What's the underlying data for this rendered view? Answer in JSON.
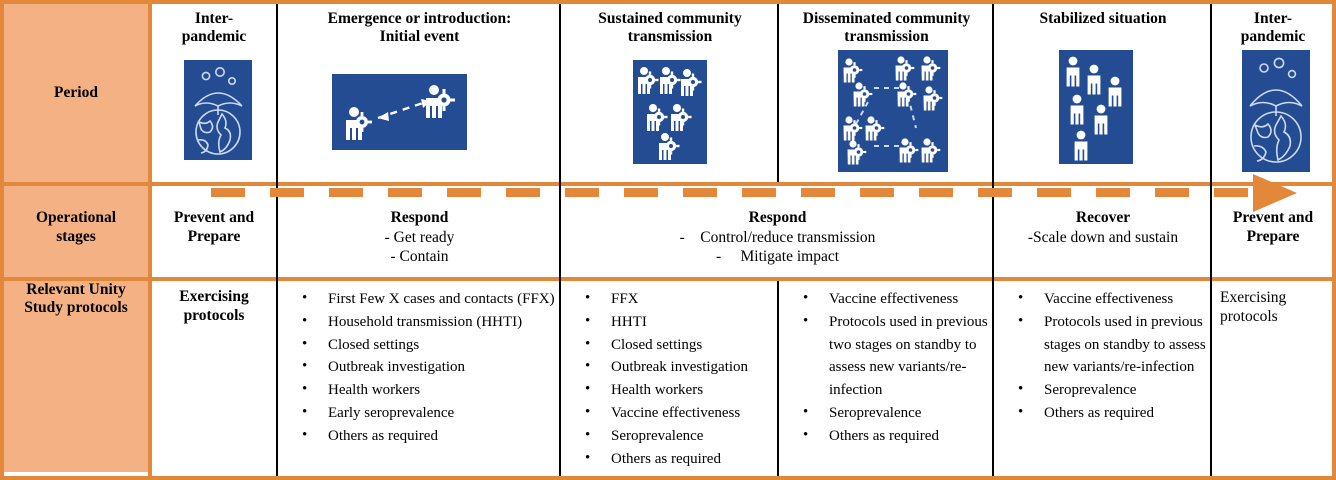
{
  "colors": {
    "header_fill": "#F4B183",
    "accent_orange": "#E3873B",
    "icon_blue": "#234C92",
    "text": "#000000"
  },
  "rows": {
    "period": {
      "label": "Period"
    },
    "operational": {
      "label": "Operational\nstages"
    },
    "protocols": {
      "label": "Relevant Unity\nStudy protocols"
    }
  },
  "columns": [
    {
      "id": "inter-pandemic-start",
      "period_title": "Inter-\npandemic",
      "period_subtitle": "",
      "icon": "umbrella-over-globe-with-virus-icon",
      "stage_title": "Prevent and\nPrepare",
      "stage_lines": [],
      "protocols_plain": "Exercising\nprotocols",
      "protocols_bullets": []
    },
    {
      "id": "emergence",
      "period_title": "Emergence or introduction:",
      "period_subtitle": "Initial event",
      "icon": "two-infected-persons-transmission-arrow-icon",
      "stage_title": "Respond",
      "stage_lines": [
        "- Get ready",
        "- Contain"
      ],
      "protocols_plain": "",
      "protocols_bullets": [
        "First Few X cases and contacts (FFX)",
        "Household transmission (HHTI)",
        "Closed settings",
        "Outbreak investigation",
        "Health workers",
        "Early seroprevalence",
        "Others as required"
      ]
    },
    {
      "id": "sustained-community-transmission",
      "period_title": "Sustained community\ntransmission",
      "period_subtitle": "",
      "icon": "six-infected-people-cluster-icon",
      "stage_title": "Respond",
      "stage_lines": [
        "-    Control/reduce transmission",
        "-     Mitigate impact"
      ],
      "protocols_plain": "",
      "protocols_bullets": [
        "FFX",
        "HHTI",
        "Closed settings",
        "Outbreak investigation",
        "Health workers",
        "Vaccine effectiveness",
        "Seroprevalence",
        "Others as required"
      ]
    },
    {
      "id": "disseminated-community-transmission",
      "period_title": "Disseminated community\ntransmission",
      "period_subtitle": "",
      "icon": "infected-people-network-spread-icon",
      "stage_title": "",
      "stage_lines": [],
      "protocols_plain": "",
      "protocols_bullets": [
        "Vaccine effectiveness",
        "Protocols used in previous two stages on standby to assess new variants/re-infection",
        "Seroprevalence",
        "Others as required"
      ]
    },
    {
      "id": "stabilized-situation",
      "period_title": "Stabilized situation",
      "period_subtitle": "",
      "icon": "six-healthy-people-icon",
      "stage_title": "Recover",
      "stage_lines": [
        "-Scale down and sustain"
      ],
      "protocols_plain": "",
      "protocols_bullets": [
        "Vaccine effectiveness",
        "Protocols used in previous stages on standby to assess new variants/re-infection",
        "Seroprevalence",
        "Others as required"
      ]
    },
    {
      "id": "inter-pandemic-end",
      "period_title": "Inter-\npandemic",
      "period_subtitle": "",
      "icon": "umbrella-over-globe-with-virus-icon",
      "stage_title": "Prevent and\nPrepare",
      "stage_lines": [],
      "protocols_plain": "Exercising\nprotocols",
      "protocols_bullets": []
    }
  ],
  "timeline": {
    "style": "dashed-arrow",
    "direction": "left-to-right",
    "arrowhead": "right-triangle-arrow-icon"
  }
}
